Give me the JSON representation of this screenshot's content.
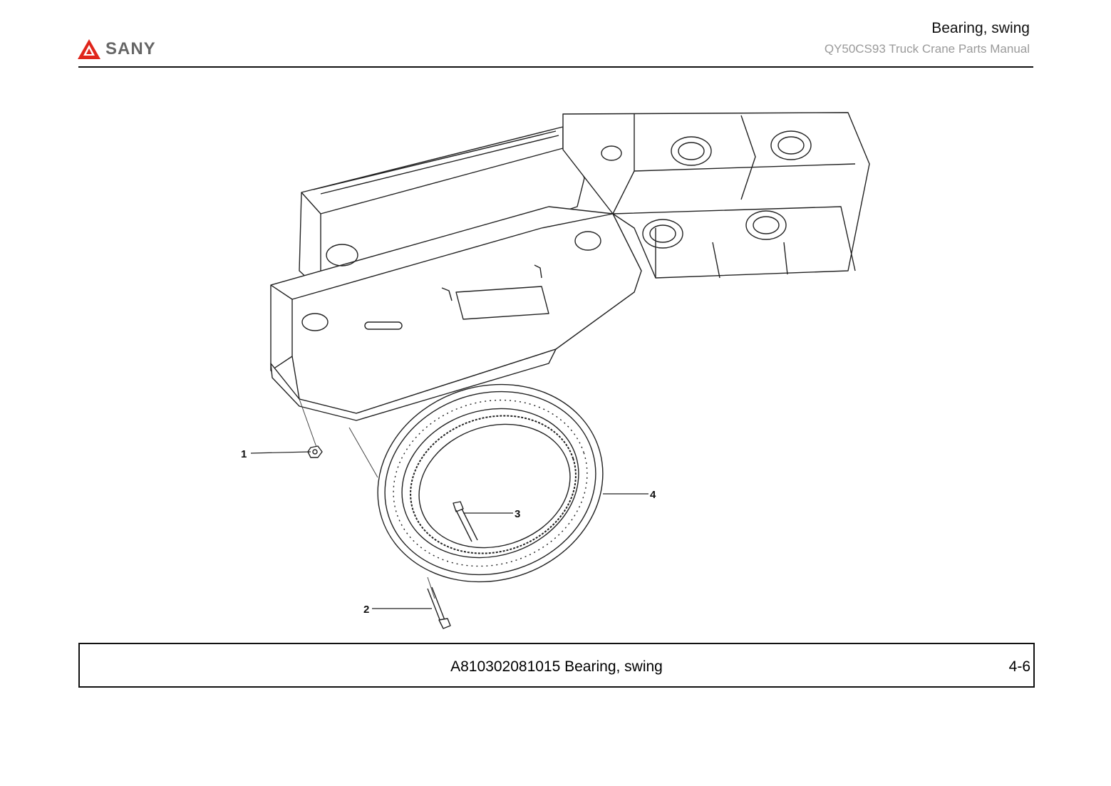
{
  "header": {
    "brand": "SANY",
    "title": "Bearing, swing",
    "subtitle": "QY50CS93 Truck Crane  Parts Manual"
  },
  "drawing": {
    "callouts": [
      "1",
      "2",
      "3",
      "4"
    ]
  },
  "footer": {
    "caption": "A810302081015 Bearing, swing",
    "page": "4-6"
  }
}
